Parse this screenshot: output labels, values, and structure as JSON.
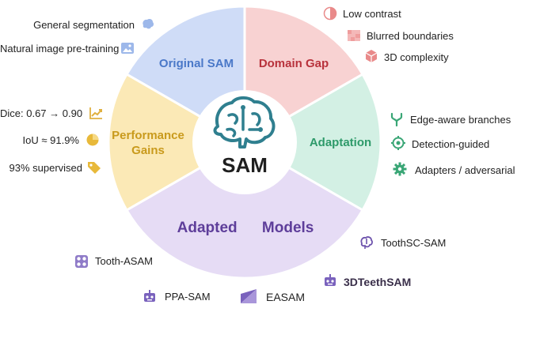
{
  "center": {
    "label": "SAM"
  },
  "segments": {
    "original": {
      "title": "Original SAM",
      "color": "#cfdcf7",
      "text_color": "#4a78c8"
    },
    "gap": {
      "title": "Domain Gap",
      "color": "#f8d2d2",
      "text_color": "#b8323c"
    },
    "adaptation": {
      "title": "Adaptation",
      "color": "#d3f0e4",
      "text_color": "#2e9a6a"
    },
    "models": {
      "title_1": "Adapted",
      "title_2": "Models",
      "color": "#e6dcf5",
      "text_color": "#5e3e9a"
    },
    "gains": {
      "title_1": "Performance",
      "title_2": "Gains",
      "color": "#fbe9b6",
      "text_color": "#c99a1c"
    }
  },
  "callouts": {
    "general_segmentation": "General segmentation",
    "natural_pretraining": "Natural image pre-training",
    "low_contrast": "Low contrast",
    "blurred_boundaries": "Blurred boundaries",
    "complexity_3d": "3D complexity",
    "edge_aware": "Edge-aware branches",
    "detection_guided": "Detection-guided",
    "adapters": "Adapters / adversarial",
    "dice": "Dice: 0.67 → 0.90",
    "iou": "IoU ≈ 91.9%",
    "supervised": "93% supervised",
    "toothsc": "ToothSC-SAM",
    "tooth_asam": "Tooth-ASAM",
    "teeth3d": "3DTeethSAM",
    "ppa": "PPA-SAM",
    "easam": "EASAM"
  },
  "icons": {
    "brain": "brain-icon",
    "image": "image-icon",
    "contrast": "contrast-icon",
    "blur": "blur-icon",
    "cube": "cube-icon",
    "branch": "branch-icon",
    "target": "target-icon",
    "gear": "gear-icon",
    "chart": "chart-up-icon",
    "pie": "pie-icon",
    "tag": "tag-icon",
    "robot": "robot-icon",
    "grid": "grid-icon",
    "edge": "edge-icon"
  }
}
